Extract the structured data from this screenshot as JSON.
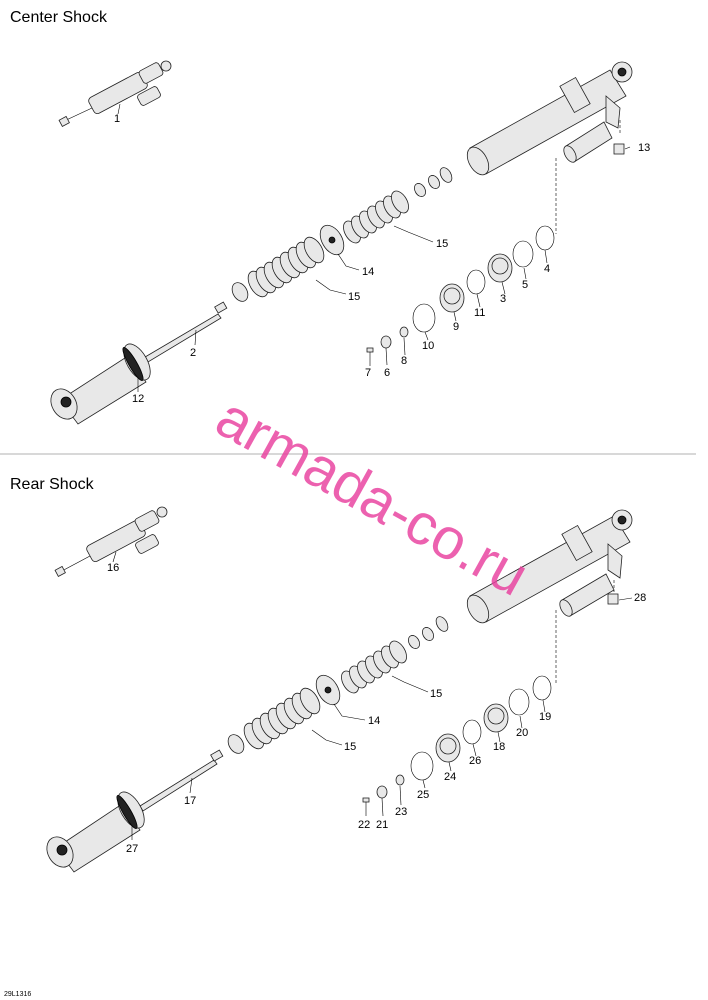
{
  "sections": [
    {
      "title": "Center Shock",
      "callouts": [
        "1",
        "2",
        "3",
        "4",
        "5",
        "6",
        "7",
        "8",
        "9",
        "10",
        "11",
        "12",
        "13",
        "14",
        "15",
        "15"
      ]
    },
    {
      "title": "Rear Shock",
      "callouts": [
        "16",
        "17",
        "18",
        "19",
        "20",
        "21",
        "22",
        "23",
        "24",
        "25",
        "26",
        "27",
        "28",
        "14",
        "15",
        "15"
      ]
    }
  ],
  "watermark": "armada-co.ru",
  "figure_code": "29L1316",
  "colors": {
    "watermark": "#e93f9e",
    "line": "#000000",
    "background": "#ffffff"
  }
}
